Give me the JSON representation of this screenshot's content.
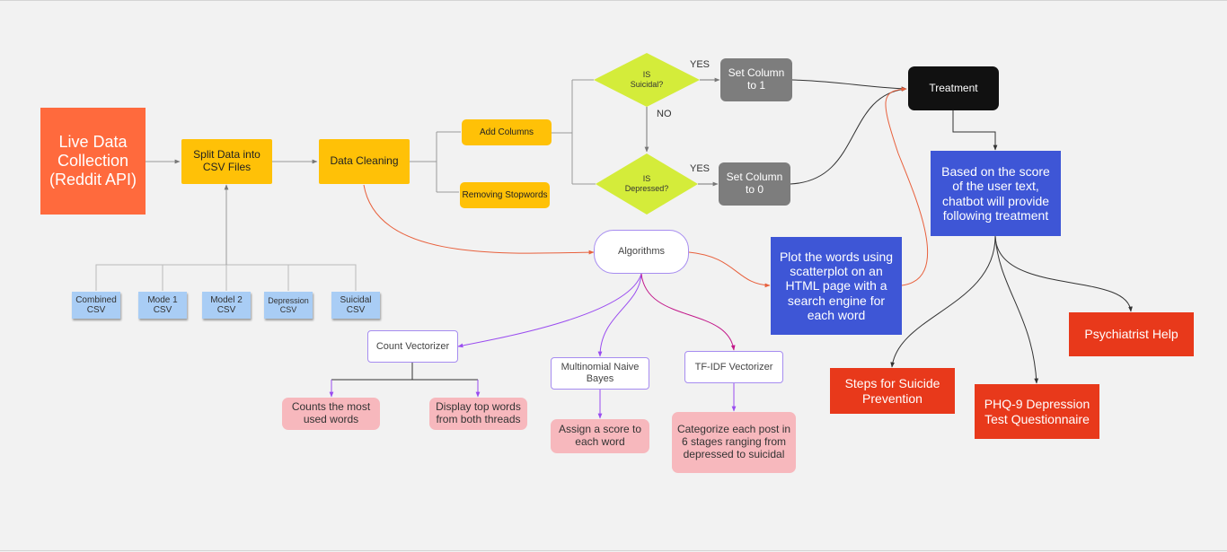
{
  "nodes": {
    "live_data": "Live Data\nCollection\n(Reddit API)",
    "split_data": "Split Data into\nCSV Files",
    "data_cleaning": "Data Cleaning",
    "add_columns": "Add Columns",
    "removing_stopwords": "Removing Stopwords",
    "is_suicidal": "IS\nSuicidal?",
    "is_depressed": "IS\nDepressed?",
    "set_col_1": "Set Column\nto 1",
    "set_col_0": "Set Column\nto 0",
    "treatment": "Treatment",
    "treatment_desc": "Based on the score\nof the user text,\nchatbot will provide\nfollowing treatment",
    "psychiatrist": "Psychiatrist Help",
    "suicide_prevention": "Steps for Suicide\nPrevention",
    "phq9": "PHQ-9 Depression\nTest Questionnaire",
    "algorithms": "Algorithms",
    "plot_words": "Plot the words using\nscatterplot on an\nHTML page with a\nsearch engine for\neach word",
    "count_vectorizer": "Count Vectorizer",
    "multinomial_nb": "Multinomial Naive\nBayes",
    "tfidf": "TF-IDF Vectorizer",
    "counts_most_used": "Counts the most\nused words",
    "display_top_words": "Display top words\nfrom both threads",
    "assign_score": "Assign a score to\neach word",
    "categorize_post": "Categorize each post in\n6 stages ranging from\ndepressed to suicidal"
  },
  "csv_files": [
    "Combined\nCSV",
    "Mode 1\nCSV",
    "Model 2\nCSV",
    "Depression\nCSV",
    "Suicidal\nCSV"
  ],
  "labels": {
    "yes_1": "YES",
    "no": "NO",
    "yes_2": "YES"
  },
  "colors": {
    "background": "#f2f2f2",
    "orange": "#ff6a3d",
    "yellow": "#ffc107",
    "lime": "#d4ec3a",
    "sticky_blue": "#a9cdf5",
    "gray": "#7d7d7d",
    "black": "#111111",
    "royal_blue": "#3e56d6",
    "red": "#e8391b",
    "pink": "#f7b8bd",
    "purple_line": "#9a4cf0",
    "magenta_line": "#c2188a",
    "orange_line": "#e8603c"
  }
}
